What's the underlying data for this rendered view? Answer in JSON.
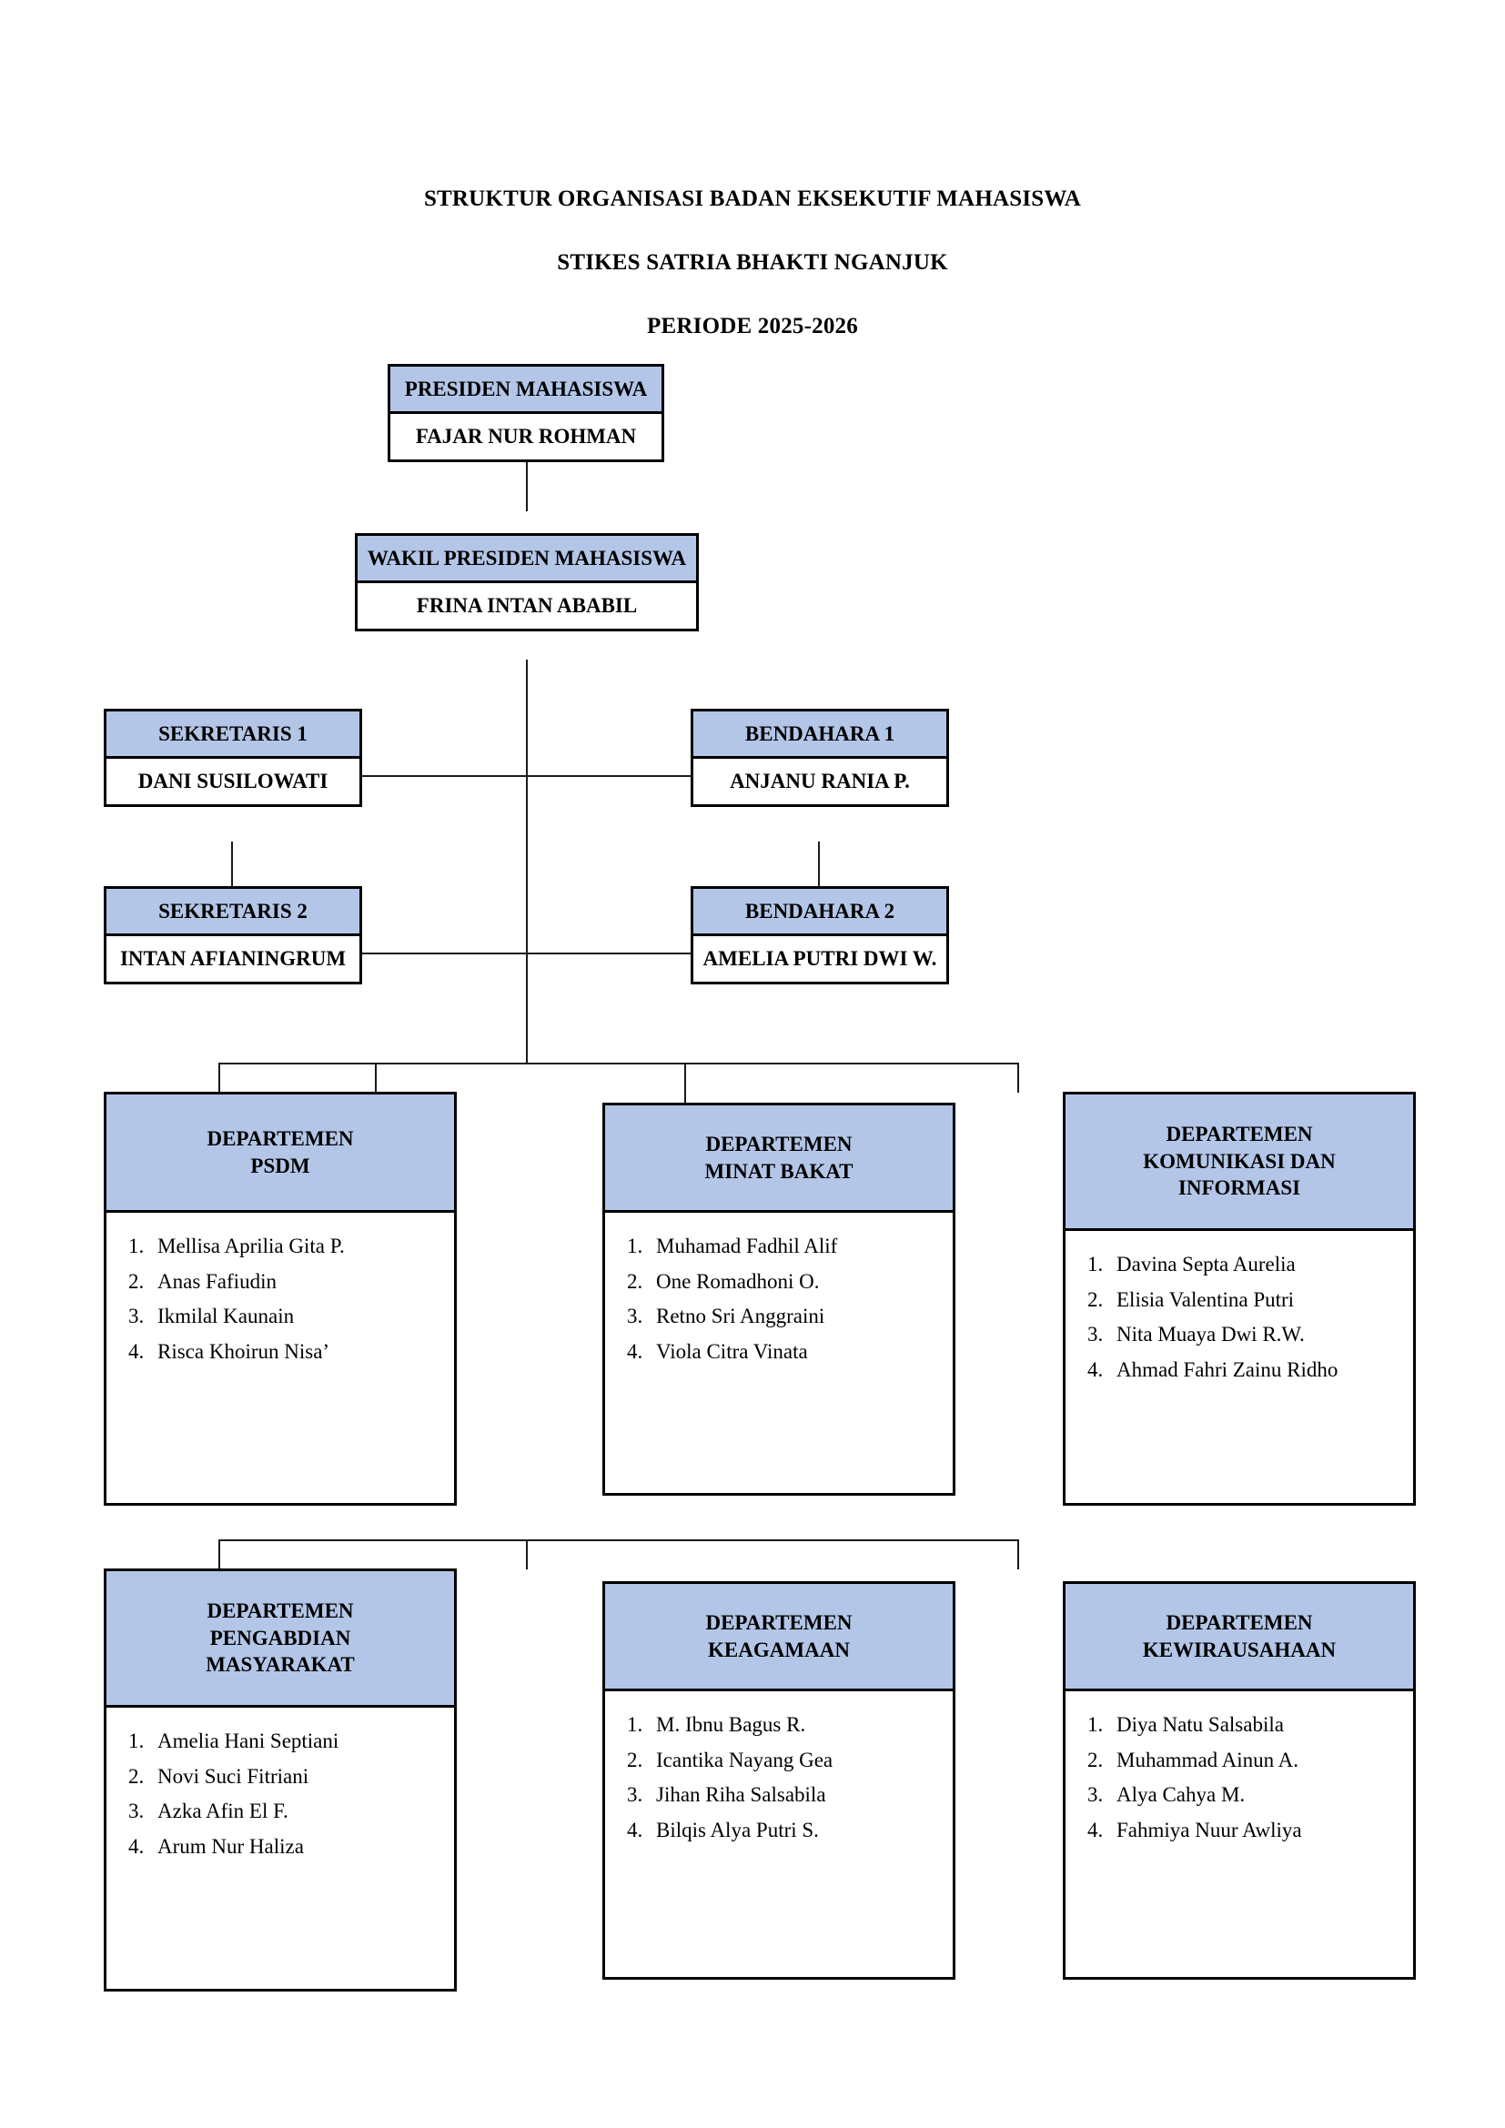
{
  "document": {
    "title_lines": [
      "STRUKTUR ORGANISASI BADAN EKSEKUTIF MAHASISWA",
      "STIKES SATRIA BHAKTI NGANJUK",
      "PERIODE 2025-2026"
    ]
  },
  "colors": {
    "header_fill": "#b3c6e7",
    "border": "#000000",
    "body_fill": "#ffffff",
    "text": "#000000"
  },
  "officers": {
    "president": {
      "role": "PRESIDEN MAHASISWA",
      "name": "FAJAR NUR ROHMAN"
    },
    "vice_president": {
      "role": "WAKIL PRESIDEN MAHASISWA",
      "name": "FRINA INTAN ABABIL"
    },
    "secretary_1": {
      "role": "SEKRETARIS 1",
      "name": "DANI SUSILOWATI"
    },
    "secretary_2": {
      "role": "SEKRETARIS 2",
      "name": "INTAN AFIANINGRUM"
    },
    "treasurer_1": {
      "role": "BENDAHARA 1",
      "name": "ANJANU RANIA P."
    },
    "treasurer_2": {
      "role": "BENDAHARA 2",
      "name": "AMELIA PUTRI DWI W."
    }
  },
  "departments": [
    {
      "title_lines": [
        "DEPARTEMEN",
        "PSDM"
      ],
      "members": [
        {
          "num": "1.",
          "name": "Mellisa Aprilia Gita P."
        },
        {
          "num": "2.",
          "name": "Anas Fafiudin"
        },
        {
          "num": "3.",
          "name": "Ikmilal Kaunain"
        },
        {
          "num": "4.",
          "name": "Risca Khoirun Nisa’"
        }
      ]
    },
    {
      "title_lines": [
        "DEPARTEMEN",
        "MINAT BAKAT"
      ],
      "members": [
        {
          "num": "1.",
          "name": "Muhamad Fadhil Alif"
        },
        {
          "num": "2.",
          "name": "One Romadhoni O."
        },
        {
          "num": "3.",
          "name": "Retno Sri Anggraini"
        },
        {
          "num": "4.",
          "name": "Viola Citra Vinata"
        }
      ]
    },
    {
      "title_lines": [
        "DEPARTEMEN",
        "KOMUNIKASI DAN",
        "INFORMASI"
      ],
      "members": [
        {
          "num": "1.",
          "name": "Davina Septa Aurelia"
        },
        {
          "num": "2.",
          "name": "Elisia Valentina Putri"
        },
        {
          "num": "3.",
          "name": "Nita Muaya Dwi R.W."
        },
        {
          "num": "4.",
          "name": "Ahmad Fahri Zainu Ridho"
        }
      ]
    },
    {
      "title_lines": [
        "DEPARTEMEN",
        "PENGABDIAN",
        "MASYARAKAT"
      ],
      "members": [
        {
          "num": "1.",
          "name": "Amelia Hani Septiani"
        },
        {
          "num": "2.",
          "name": "Novi Suci Fitriani"
        },
        {
          "num": "3.",
          "name": "Azka Afin El F."
        },
        {
          "num": "4.",
          "name": "Arum Nur Haliza"
        }
      ]
    },
    {
      "title_lines": [
        "DEPARTEMEN",
        "KEAGAMAAN"
      ],
      "members": [
        {
          "num": "1.",
          "name": "M. Ibnu Bagus R."
        },
        {
          "num": "2.",
          "name": "Icantika Nayang Gea"
        },
        {
          "num": "3.",
          "name": "Jihan Riha Salsabila"
        },
        {
          "num": "4.",
          "name": "Bilqis Alya Putri S."
        }
      ]
    },
    {
      "title_lines": [
        "DEPARTEMEN",
        "KEWIRAUSAHAAN"
      ],
      "members": [
        {
          "num": "1.",
          "name": "Diya Natu Salsabila"
        },
        {
          "num": "2.",
          "name": "Muhammad Ainun A."
        },
        {
          "num": "3.",
          "name": "Alya Cahya M."
        },
        {
          "num": "4.",
          "name": "Fahmiya Nuur Awliya"
        }
      ]
    }
  ]
}
